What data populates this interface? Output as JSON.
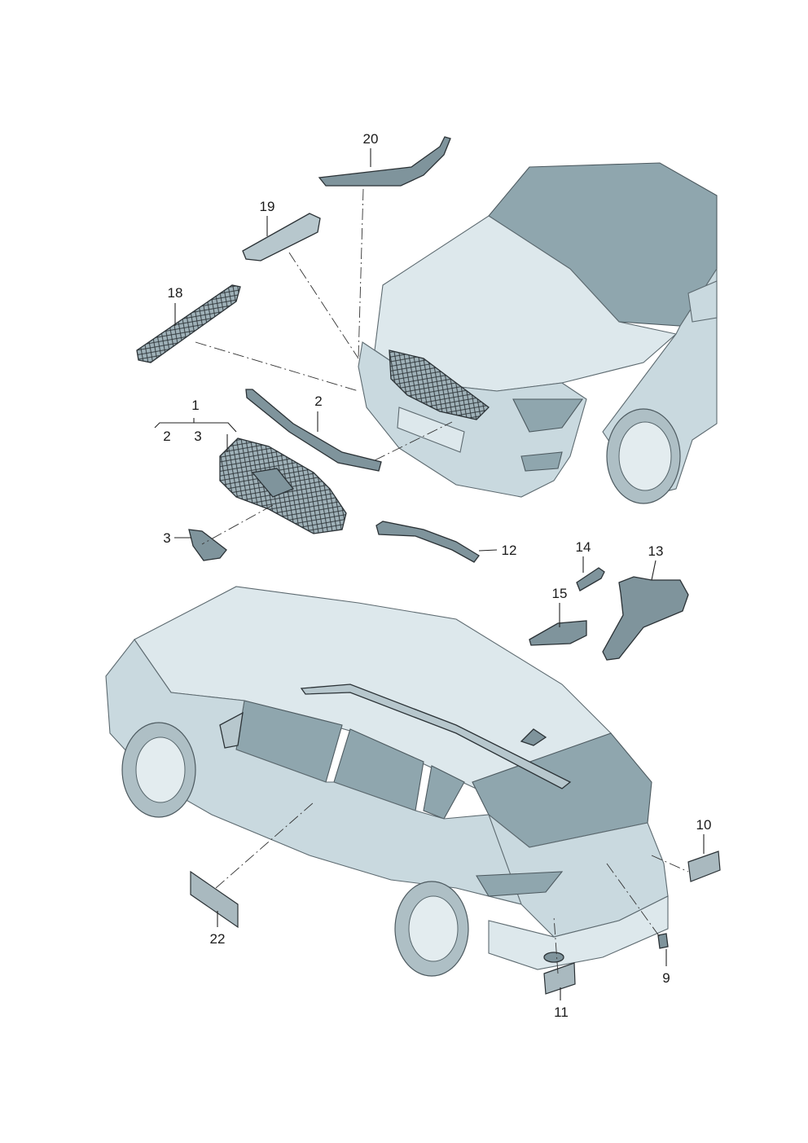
{
  "diagram": {
    "callouts": {
      "c1": "1",
      "c2_top": "2",
      "c2_sub": "2",
      "c3_sub": "3",
      "c3": "3",
      "c9": "9",
      "c10": "10",
      "c11": "11",
      "c12": "12",
      "c13": "13",
      "c14": "14",
      "c15": "15",
      "c18": "18",
      "c19": "19",
      "c20": "20",
      "c22": "22"
    },
    "colors": {
      "body": "#c9d9df",
      "glass": "#8fa6ae",
      "parts": "#7f949c",
      "lines": "#222222"
    }
  }
}
